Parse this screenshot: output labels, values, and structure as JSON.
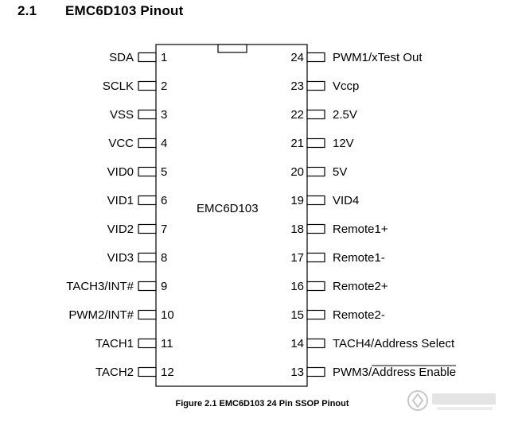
{
  "section": {
    "number": "2.1",
    "title": "EMC6D103 Pinout"
  },
  "chip": {
    "label": "EMC6D103"
  },
  "pins_left": [
    {
      "number": "1",
      "name": "SDA"
    },
    {
      "number": "2",
      "name": "SCLK"
    },
    {
      "number": "3",
      "name": "VSS"
    },
    {
      "number": "4",
      "name": "VCC"
    },
    {
      "number": "5",
      "name": "VID0"
    },
    {
      "number": "6",
      "name": "VID1"
    },
    {
      "number": "7",
      "name": "VID2"
    },
    {
      "number": "8",
      "name": "VID3"
    },
    {
      "number": "9",
      "name": "TACH3/INT#"
    },
    {
      "number": "10",
      "name": "PWM2/INT#"
    },
    {
      "number": "11",
      "name": "TACH1"
    },
    {
      "number": "12",
      "name": "TACH2"
    }
  ],
  "pins_right": [
    {
      "number": "24",
      "name": "PWM1/xTest Out"
    },
    {
      "number": "23",
      "name": "Vccp"
    },
    {
      "number": "22",
      "name": "2.5V"
    },
    {
      "number": "21",
      "name": "12V"
    },
    {
      "number": "20",
      "name": "5V"
    },
    {
      "number": "19",
      "name": "VID4"
    },
    {
      "number": "18",
      "name": "Remote1+"
    },
    {
      "number": "17",
      "name": "Remote1-"
    },
    {
      "number": "16",
      "name": "Remote2+"
    },
    {
      "number": "15",
      "name": "Remote2-"
    },
    {
      "number": "14",
      "name": "TACH4/Address Select"
    },
    {
      "number": "13",
      "name": "PWM3/Address Enable",
      "overline_part": "Address Enable"
    }
  ],
  "caption": "Figure 2.1 EMC6D103 24 Pin SSOP Pinout",
  "watermark": {
    "icon": "logo-watermark-icon"
  }
}
